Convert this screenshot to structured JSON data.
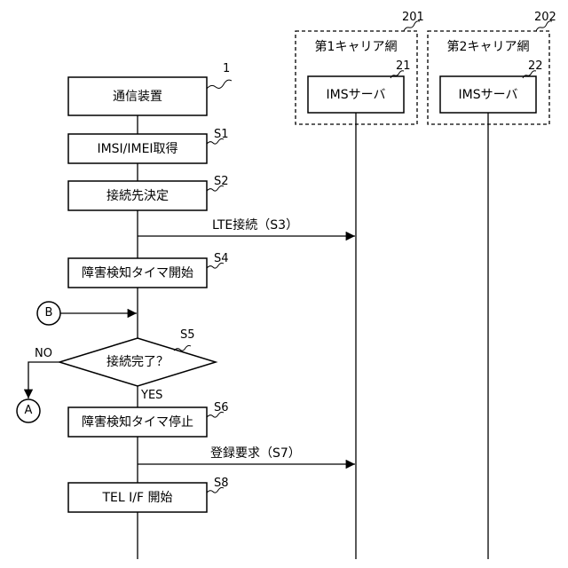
{
  "device": {
    "ref": "1",
    "label": "通信装置"
  },
  "carrier1": {
    "ref": "201",
    "title": "第1キャリア網",
    "server_ref": "21",
    "server_label": "IMSサーバ"
  },
  "carrier2": {
    "ref": "202",
    "title": "第2キャリア網",
    "server_ref": "22",
    "server_label": "IMSサーバ"
  },
  "steps": {
    "s1": {
      "id": "S1",
      "label": "IMSI/IMEI取得"
    },
    "s2": {
      "id": "S2",
      "label": "接続先決定"
    },
    "s3": {
      "label": "LTE接続（S3）"
    },
    "s4": {
      "id": "S4",
      "label": "障害検知タイマ開始"
    },
    "s5": {
      "id": "S5",
      "label": "接続完了？",
      "no": "NO",
      "yes": "YES"
    },
    "s6": {
      "id": "S6",
      "label": "障害検知タイマ停止"
    },
    "s7": {
      "label": "登録要求（S7）"
    },
    "s8": {
      "id": "S8",
      "label": "TEL I/F 開始"
    }
  },
  "connectors": {
    "a": "A",
    "b": "B"
  }
}
